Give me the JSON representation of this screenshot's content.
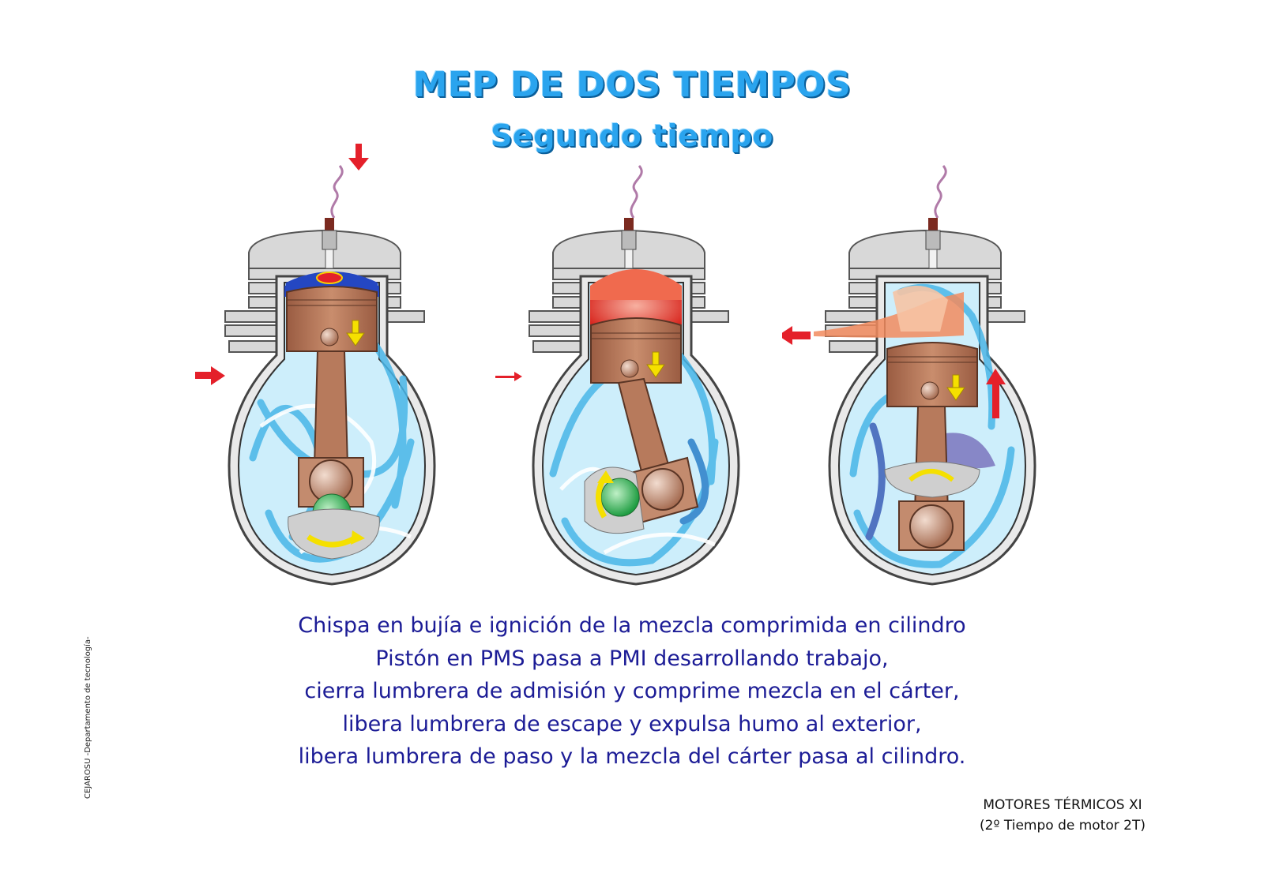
{
  "title": "MEP DE DOS TIEMPOS",
  "subtitle": "Segundo tiempo",
  "description_lines": [
    "Chispa en bujía e ignición de la mezcla comprimida en cilindro",
    "Pistón en PMS pasa a PMI desarrollando trabajo,",
    "cierra lumbrera de admisión y comprime  mezcla en el cárter,",
    "libera lumbrera de escape y expulsa humo al exterior,",
    "libera lumbrera de paso y la mezcla del cárter pasa al cilindro."
  ],
  "footer": {
    "line1": "MOTORES TÉRMICOS XI",
    "line2": "(2º Tiempo de motor 2T)"
  },
  "side_credit": "CEJAROSU -Departamento de tecnología-",
  "colors": {
    "title": "#2aa4ee",
    "text": "#1c1c96",
    "arrow_red": "#e4202a",
    "arrow_yellow": "#f5e000",
    "piston": "#b77a5c",
    "mixture": "#6ccbf0",
    "burning": "#e63b2e"
  },
  "icons": [
    "spark-plug-icon",
    "spark-wire-icon",
    "red-arrow-icon",
    "yellow-arrow-icon"
  ]
}
